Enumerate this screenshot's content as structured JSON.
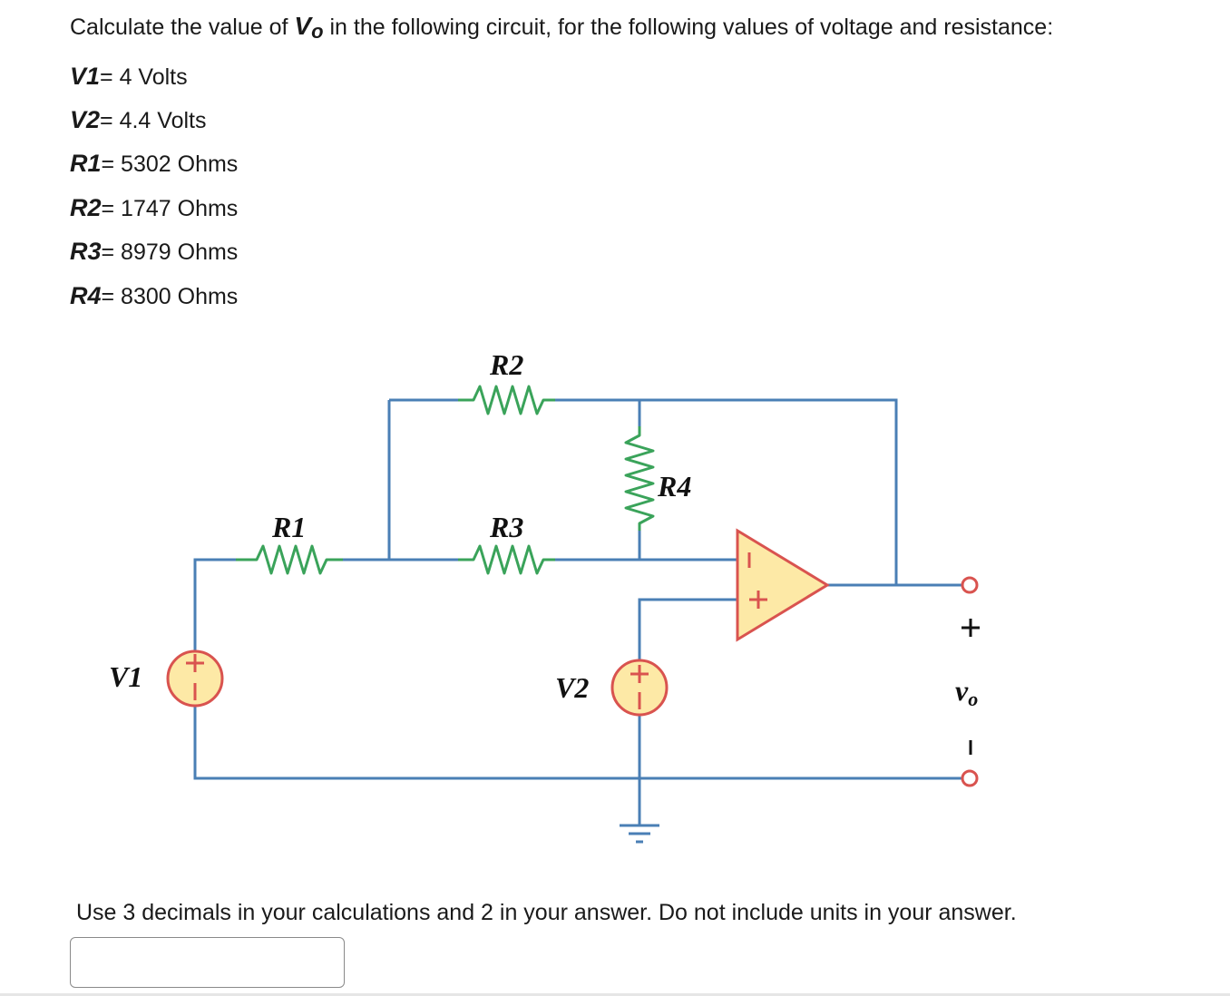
{
  "question": {
    "prefix": "Calculate the value of ",
    "vo_symbol": "V",
    "vo_subscript": "o",
    "suffix": " in the following circuit, for the following values of voltage and resistance:"
  },
  "params": [
    {
      "name": "V1",
      "value": "= 4 Volts"
    },
    {
      "name": "V2",
      "value": "= 4.4 Volts"
    },
    {
      "name": "R1",
      "value": "= 5302 Ohms"
    },
    {
      "name": "R2",
      "value": "= 1747 Ohms"
    },
    {
      "name": "R3",
      "value": "= 8979 Ohms"
    },
    {
      "name": "R4",
      "value": "= 8300 Ohms"
    }
  ],
  "circuit": {
    "labels": {
      "r1": "R1",
      "r2": "R2",
      "r3": "R3",
      "r4": "R4",
      "v1": "V1",
      "v2": "V2",
      "vo": "v",
      "vo_sub": "o"
    },
    "signs": {
      "plus": "+",
      "minus": "−"
    },
    "colors": {
      "wire": "#4a7fb5",
      "resistor": "#3aa35a",
      "source_fill": "#fde9a6",
      "source_stroke": "#d9534f",
      "opamp_fill": "#fde9a6",
      "opamp_stroke": "#d9534f"
    }
  },
  "instructions": "Use 3 decimals in your calculations and 2 in your answer. Do not include units in your answer.",
  "answer": {
    "value": "",
    "placeholder": ""
  }
}
